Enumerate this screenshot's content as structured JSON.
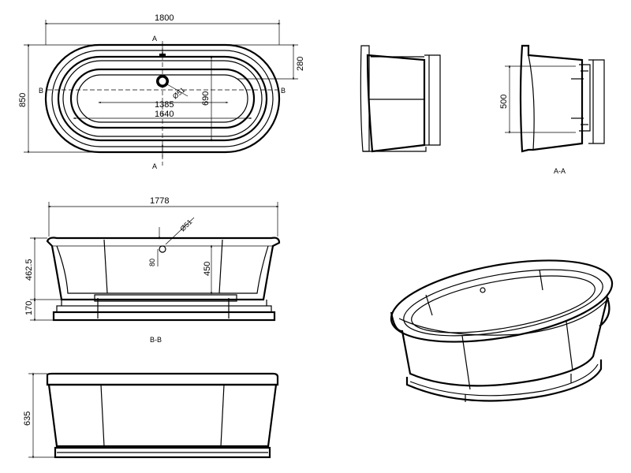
{
  "plan": {
    "overall_length": "1800",
    "overall_width": "850",
    "rim_depth": "280",
    "inner_width": "690",
    "inner_length_bottom": "1385",
    "inner_length_top": "1640",
    "waste_diameter": "Ø51",
    "section_a": "A",
    "section_b": "B"
  },
  "section_b": {
    "length": "1778",
    "waste_diameter": "Ø51",
    "overflow_offset": "80",
    "depth_total": "462.5",
    "water_depth": "450",
    "plinth_height": "170",
    "label": "B-B"
  },
  "section_a": {
    "depth": "500",
    "label": "A-A"
  },
  "side_elevation": {
    "height": "635"
  },
  "colors": {
    "line": "#000000",
    "background": "#ffffff"
  }
}
